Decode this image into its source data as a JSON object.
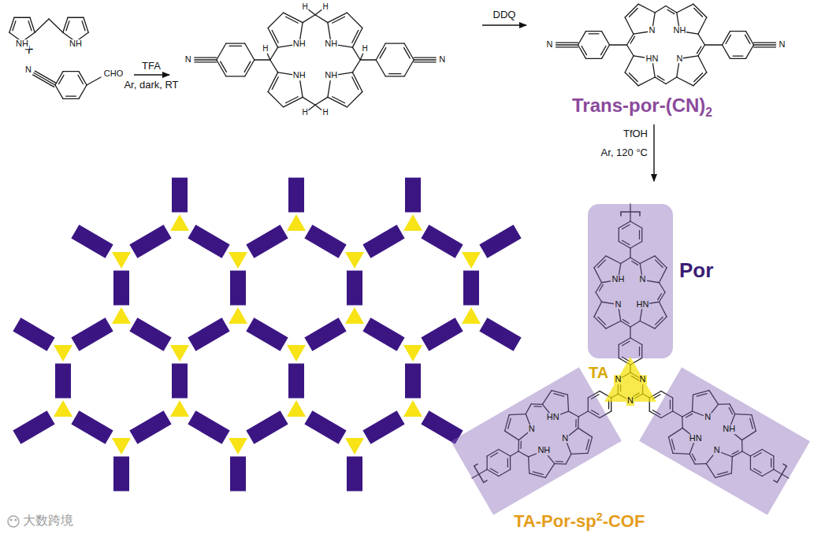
{
  "diagram": {
    "nodes": [
      {
        "text": [
          "Por"
        ]
      },
      {
        "text": [
          "TA"
        ]
      }
    ],
    "labels": [
      "+",
      "TFA",
      "Ar, dark, RT",
      "DDQ",
      "Trans-por-(CN)2",
      "TfOH",
      "Ar, 120 °C",
      "TA-Por-sp2-COF",
      "大数跨境",
      "NH",
      "NH",
      "N",
      "CHO",
      "N",
      "N",
      "NH",
      "NH",
      "NH",
      "NH",
      "H",
      "H",
      "H",
      "H",
      "H",
      "H",
      "N",
      "N",
      "N",
      "NH",
      "HN",
      "N",
      "N",
      "NH",
      "HN",
      "N",
      "N",
      "N",
      "N",
      "N",
      "NH",
      "HN",
      "N",
      "N",
      "NH",
      "HN",
      "N"
    ]
  }
}
